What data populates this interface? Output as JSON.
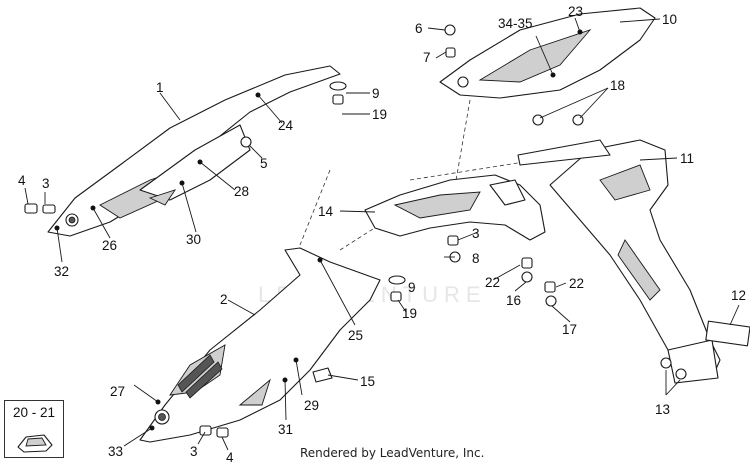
{
  "watermark": "LEADVENTURE",
  "credit": "Rendered by LeadVenture, Inc.",
  "inset_label": "20 - 21",
  "callouts": {
    "c1": "1",
    "c2": "2",
    "c3a": "3",
    "c3b": "3",
    "c3c": "3",
    "c4a": "4",
    "c4b": "4",
    "c5": "5",
    "c6": "6",
    "c7": "7",
    "c8": "8",
    "c9a": "9",
    "c9b": "9",
    "c10": "10",
    "c11": "11",
    "c12": "12",
    "c13": "13",
    "c14": "14",
    "c15": "15",
    "c16": "16",
    "c17": "17",
    "c18": "18",
    "c19a": "19",
    "c19b": "19",
    "c22a": "22",
    "c22b": "22",
    "c23": "23",
    "c24": "24",
    "c25": "25",
    "c26": "26",
    "c27": "27",
    "c28": "28",
    "c29": "29",
    "c30": "30",
    "c31": "31",
    "c32": "32",
    "c33": "33",
    "c3435": "34-35"
  }
}
